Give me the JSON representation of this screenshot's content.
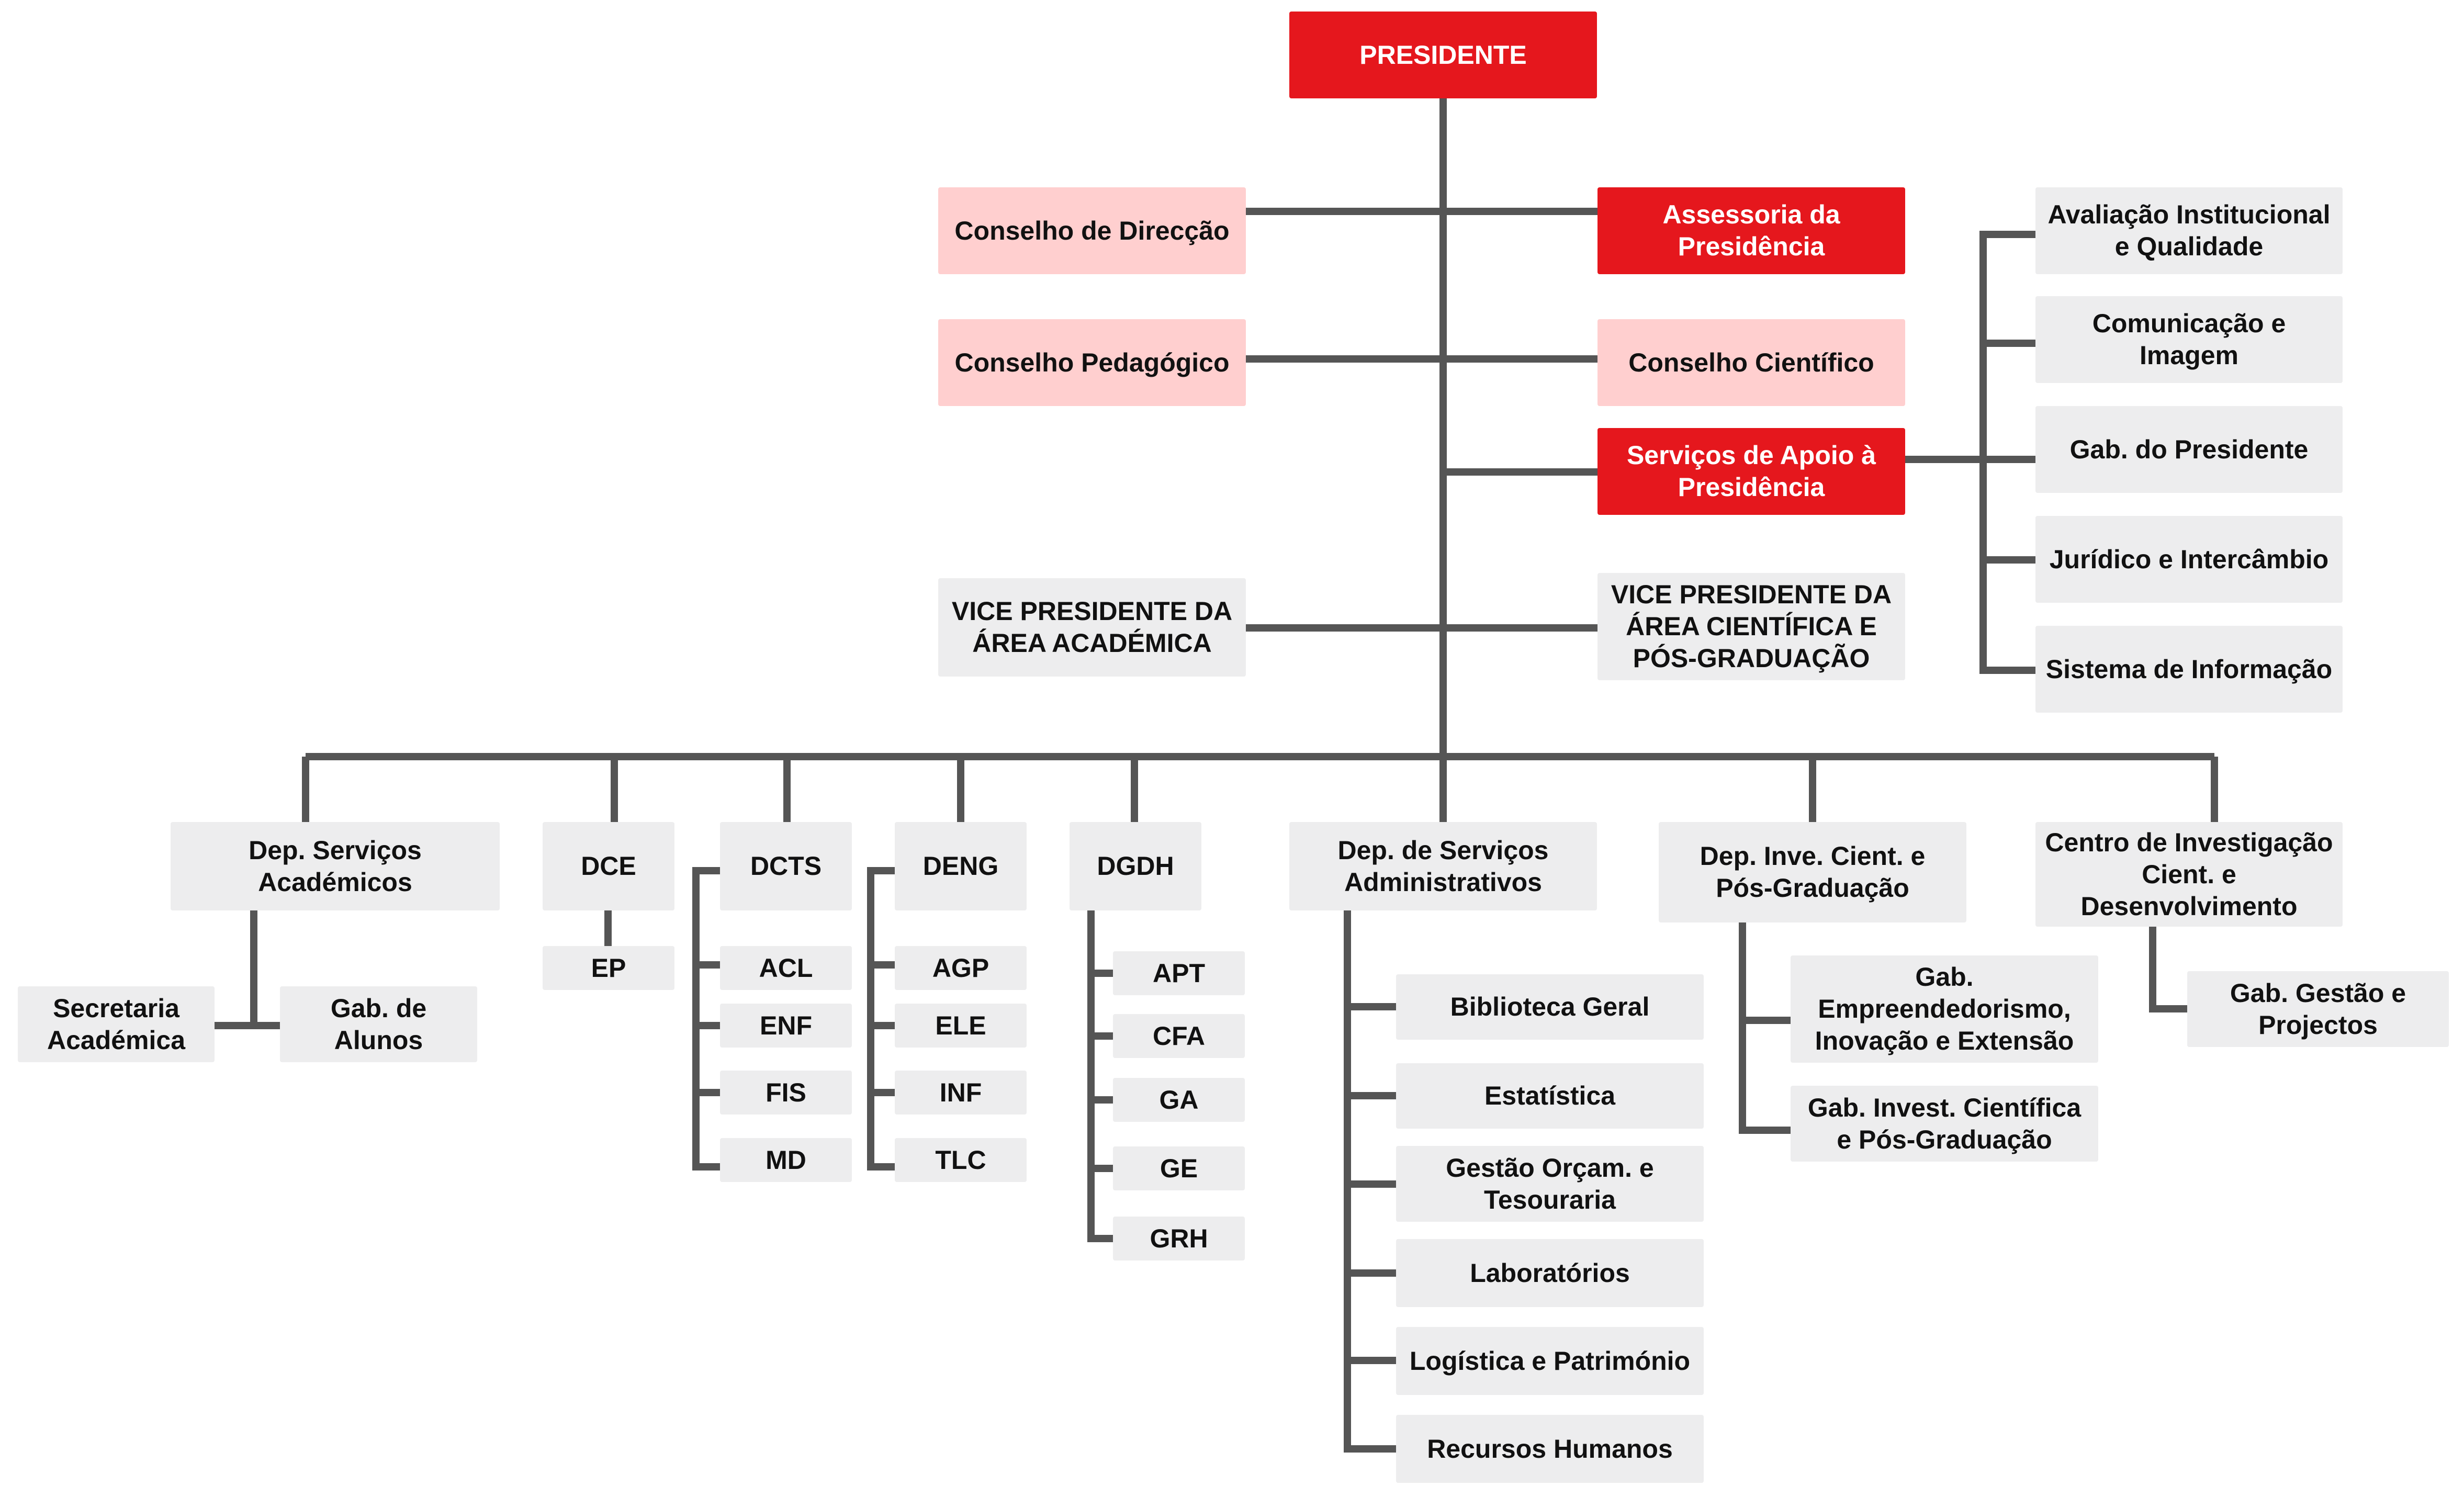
{
  "colors": {
    "primary": "#e5171d",
    "secondary": "#ffcfcf",
    "neutral": "#ededee",
    "connector": "#555555"
  },
  "nodes": {
    "presidente": "PRESIDENTE",
    "conselho_direccao": "Conselho de Direcção",
    "assessoria": "Assessoria da\nPresidência",
    "conselho_pedagogico": "Conselho Pedagógico",
    "conselho_cientifico": "Conselho Científico",
    "servicos_apoio": "Serviços de Apoio à\nPresidência",
    "vp_academica": "VICE PRESIDENTE DA\nÁREA ACADÉMICA",
    "vp_cientifica": "VICE PRESIDENTE DA\nÁREA CIENTÍFICA E\nPÓS-GRADUAÇÃO",
    "avaliacao": "Avaliação Institucional\ne Qualidade",
    "comunicacao": "Comunicação e\nImagem",
    "gab_presidente": "Gab. do Presidente",
    "juridico": "Jurídico e Intercâmbio",
    "sistema_informacao": "Sistema de Informação",
    "dep_servicos_academicos": "Dep. Serviços\nAcadémicos",
    "secretaria": "Secretaria\nAcadémica",
    "gab_alunos": "Gab. de\nAlunos",
    "dce": "DCE",
    "ep": "EP",
    "dcts": "DCTS",
    "acl": "ACL",
    "enf": "ENF",
    "fis": "FIS",
    "md": "MD",
    "deng": "DENG",
    "agp": "AGP",
    "ele": "ELE",
    "inf": "INF",
    "tlc": "TLC",
    "dgdh": "DGDH",
    "apt": "APT",
    "cfa": "CFA",
    "ga": "GA",
    "ge": "GE",
    "grh": "GRH",
    "dep_servicos_admin": "Dep. de Serviços\nAdministrativos",
    "biblioteca": "Biblioteca Geral",
    "estatistica": "Estatística",
    "gestao_orcam": "Gestão Orçam. e\nTesouraria",
    "laboratorios": "Laboratórios",
    "logistica": "Logística e Património",
    "recursos_humanos": "Recursos Humanos",
    "dep_inve": "Dep. Inve. Cient. e\nPós-Graduação",
    "gab_empreendedorismo": "Gab.\nEmpreendedorismo,\nInovação e Extensão",
    "gab_invest": "Gab. Invest. Científica\ne Pós-Graduação",
    "centro_investigacao": "Centro de Investigação\nCient. e\nDesenvolvimento",
    "gab_gestao_projectos": "Gab. Gestão e\nProjectos"
  }
}
